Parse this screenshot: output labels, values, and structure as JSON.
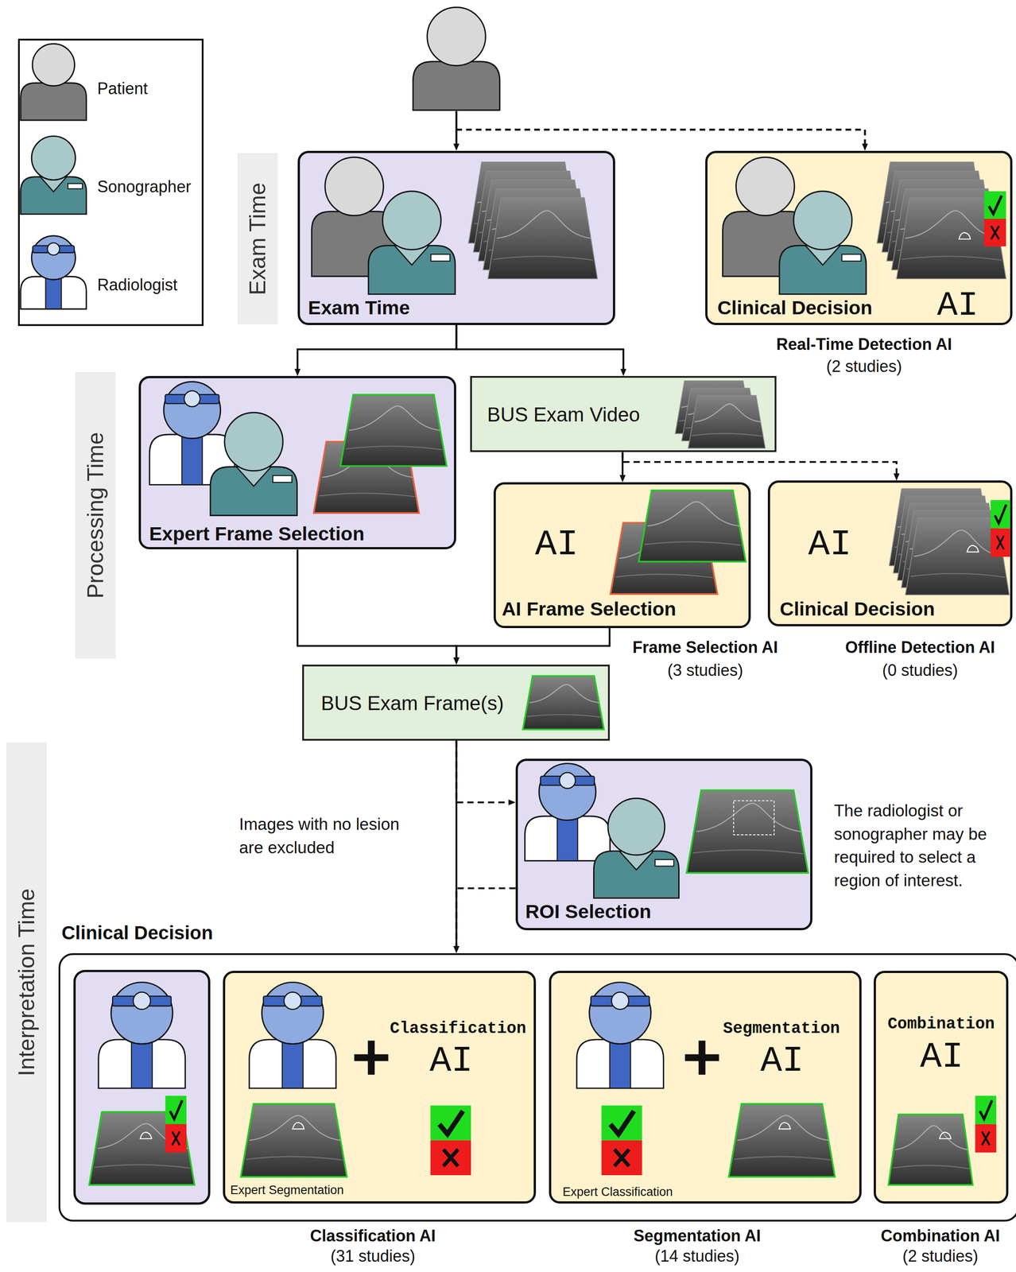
{
  "diagram": {
    "nodes": [
      {
        "text": [
          "Exam Time"
        ]
      },
      {
        "text": [
          "Exam Time"
        ]
      },
      {
        "text": [
          "Clinical Decision",
          "AI",
          "Real-Time Detection AI",
          "(2 studies)"
        ]
      },
      {
        "text": [
          "Processing Time"
        ]
      },
      {
        "text": [
          "Expert Frame Selection"
        ]
      },
      {
        "text": [
          "BUS Exam Video"
        ]
      },
      {
        "text": [
          "AI",
          "AI Frame Selection",
          "Frame Selection AI",
          "(3 studies)"
        ]
      },
      {
        "text": [
          "AI",
          "Clinical Decision",
          "Offline Detection AI",
          "(0 studies)"
        ]
      },
      {
        "text": [
          "BUS Exam Frame(s)"
        ]
      },
      {
        "text": [
          "Interpretation Time"
        ]
      },
      {
        "text": [
          "ROI Selection"
        ]
      },
      {
        "text": [
          "Clinical Decision"
        ]
      },
      {
        "text": [
          "Classification",
          "AI",
          "Expert Segmentation",
          "Classification AI",
          "(31 studies)"
        ],
        "in": 11
      },
      {
        "text": [
          "Segmentation",
          "AI",
          "Expert Classification",
          "Segmentation AI",
          "(14 studies)"
        ],
        "in": 11
      },
      {
        "text": [
          "Combination",
          "AI",
          "Combination AI",
          "(2 studies)"
        ],
        "in": 11
      }
    ],
    "edges": [
      {
        "from": 1,
        "to": 4,
        "arrow": "to"
      },
      {
        "from": 1,
        "to": 5,
        "arrow": "to"
      },
      {
        "from": 5,
        "to": 6,
        "arrow": "to"
      },
      {
        "from": 5,
        "to": 7,
        "arrow": "to"
      },
      {
        "from": 4,
        "to": 8,
        "arrow": "to"
      },
      {
        "from": 6,
        "to": 8,
        "arrow": "to"
      },
      {
        "from": 8,
        "to": 11,
        "arrow": "to"
      },
      {
        "from": 8,
        "to": 10,
        "arrow": "to"
      },
      {
        "from": 10,
        "to": 11,
        "arrow": "to"
      }
    ],
    "labels": [
      "Images with no lesion are excluded",
      "The radiologist or sonographer may be required to select a region of interest."
    ],
    "legend": [
      {
        "text": "Patient"
      },
      {
        "text": "Sonographer"
      },
      {
        "text": "Radiologist"
      }
    ]
  }
}
